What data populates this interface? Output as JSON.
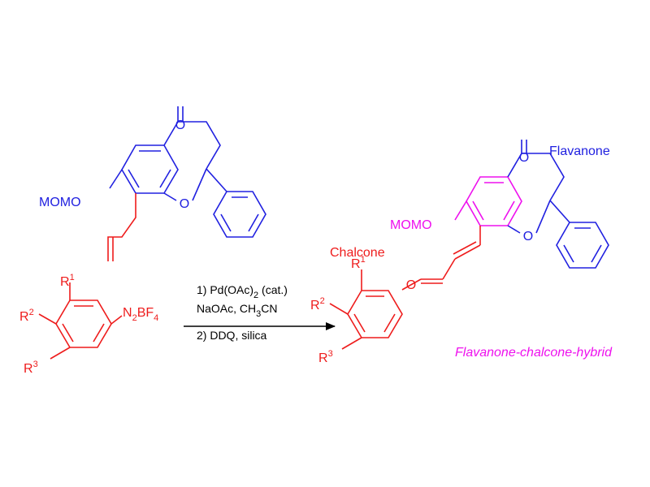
{
  "colors": {
    "flavanone": "#2020e0",
    "chalcone": "#ee1c1c",
    "hybrid": "#ee10ee",
    "reagent_text": "#000000"
  },
  "reactant_flavanone": {
    "carbonyl_o": "O",
    "ring_o": "O",
    "protecting_group": "MOMO"
  },
  "reactant_diazonium": {
    "r1": "R",
    "r1_sup": "1",
    "r2": "R",
    "r2_sup": "2",
    "r3": "R",
    "r3_sup": "3",
    "group_n": "N",
    "group_n_sub": "2",
    "group_bf": "BF",
    "group_bf_sub": "4"
  },
  "conditions": {
    "step1_main": "1) Pd(OAc)",
    "step1_sub": "2",
    "step1_tail": " (cat.)",
    "step2_a": "NaOAc, CH",
    "step2_sub": "3",
    "step2_b": "CN",
    "step3": "2) DDQ, silica"
  },
  "product": {
    "label_flavanone": "Flavanone",
    "label_chalcone": "Chalcone",
    "label_hybrid": "Flavanone-chalcone-hybrid",
    "carbonyl_o": "O",
    "ring_o": "O",
    "enone_o": "O",
    "protecting_group": "MOMO",
    "r1": "R",
    "r1_sup": "1",
    "r2": "R",
    "r2_sup": "2",
    "r3": "R",
    "r3_sup": "3"
  }
}
